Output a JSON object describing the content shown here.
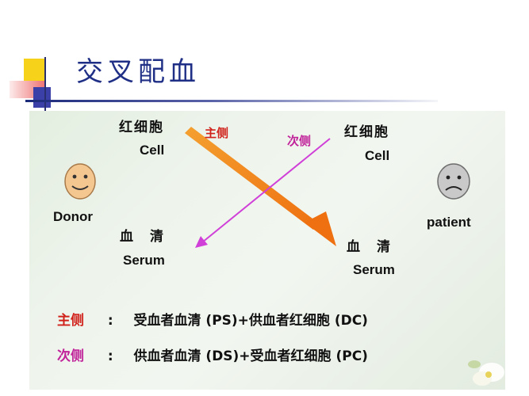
{
  "slide": {
    "title": "交叉配血"
  },
  "diagram": {
    "donor_label": "Donor",
    "patient_label": "patient",
    "left_cell_cn": "红细胞",
    "left_cell_en": "Cell",
    "right_cell_cn": "红细胞",
    "right_cell_en": "Cell",
    "left_serum_cn": "血　清",
    "left_serum_en": "Serum",
    "right_serum_cn": "血　清",
    "right_serum_en": "Serum",
    "major_arrow_label": "主侧",
    "minor_arrow_label": "次侧",
    "donor_face_icon": "smiley-face-icon",
    "patient_face_icon": "sad-face-icon"
  },
  "definitions": [
    {
      "term": "主侧",
      "colon": ":",
      "text": "受血者血清 (PS)+供血者红细胞 (DC)"
    },
    {
      "term": "次侧",
      "colon": ":",
      "text": "供血者血清 (DS)+受血者红细胞 (PC)"
    }
  ],
  "colors": {
    "title": "#1f2f86",
    "major_arrow": "#f07a1a",
    "minor_arrow": "#d040d8",
    "term_red": "#d0211a",
    "term_pink": "#c0239a"
  }
}
